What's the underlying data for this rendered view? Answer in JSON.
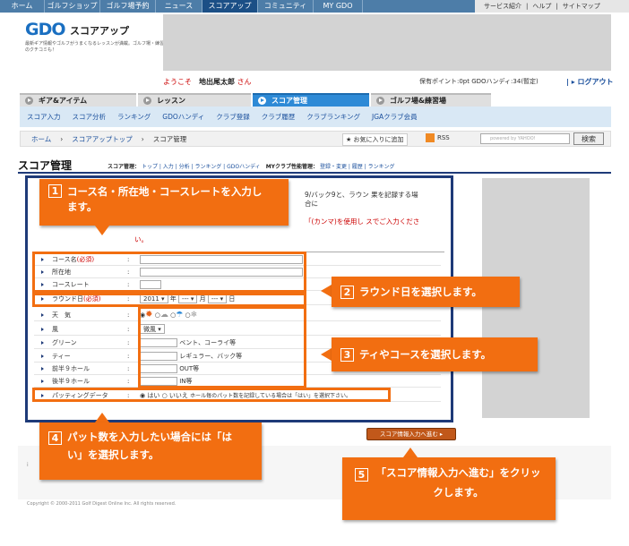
{
  "topnav": {
    "items": [
      "ホーム",
      "ゴルフショップ",
      "ゴルフ場予約",
      "ニュース",
      "スコアアップ",
      "コミュニティ",
      "MY GDO"
    ],
    "right": [
      "サービス紹介",
      "ヘルプ",
      "サイトマップ"
    ]
  },
  "logo": {
    "brand": "GDO",
    "name": "スコアアップ",
    "tagline": "最新ギア情報やゴルフがうまくなるレッスンが満載。ゴルフ場・練習場のクチコミも！"
  },
  "user": {
    "welcome": "ようこそ",
    "name": "地出尾太郎",
    "suffix": "さん",
    "points": "保有ポイント:0pt GDOハンディ:34(暫定)",
    "logout": "ログアウト"
  },
  "tabs": [
    "ギア&アイテム",
    "レッスン",
    "スコア管理",
    "ゴルフ場&練習場"
  ],
  "subnav": [
    "スコア入力",
    "スコア分析",
    "ランキング",
    "GDOハンディ",
    "クラブ登録",
    "クラブ履歴",
    "クラブランキング",
    "JGAクラブ会員"
  ],
  "breadcrumb": {
    "items": [
      "ホーム",
      "スコアアップトップ",
      "スコア管理"
    ],
    "favorite": "お気に入りに追加",
    "rss": "RSS",
    "search_placeholder": "powered by YAHOO!",
    "search_button": "検索"
  },
  "page_title": "スコア管理",
  "title_nav": {
    "label1": "スコア管理：",
    "links1": "トップ | 入力 | 分析 | ランキング | GDOハンディ",
    "label2": "MYクラブ性能管理：",
    "links2": "登録・変更 | 履歴 | ランキング"
  },
  "behind": {
    "text1": "9/バック9と、ラウン 果を記録する場合に",
    "text2": "「(カンマ)を使用し スでご入力くださ",
    "text3": "い。"
  },
  "form": {
    "course_name": {
      "label": "コース名",
      "req": "(必須)"
    },
    "location": {
      "label": "所在地"
    },
    "course_rate": {
      "label": "コースレート"
    },
    "round_date": {
      "label": "ラウンド日",
      "req": "(必須)",
      "year": "2011",
      "year_unit": "年",
      "month": "---",
      "month_unit": "月",
      "day": "---",
      "day_unit": "日"
    },
    "weather": {
      "label": "天　気"
    },
    "wind": {
      "label": "風",
      "value": "微風"
    },
    "green": {
      "label": "グリーン",
      "hint": "ベント、コーライ等"
    },
    "tee": {
      "label": "ティー",
      "hint": "レギュラー、バック等"
    },
    "front9": {
      "label": "前半９ホール",
      "hint": "OUT等"
    },
    "back9": {
      "label": "後半９ホール",
      "hint": "IN等"
    },
    "putting": {
      "label": "パッティングデータ",
      "yes": "はい",
      "no": "いいえ",
      "note": "ホール毎のパット数を記録している場合は「はい」を選択下さい。"
    }
  },
  "submit": "スコア情報入力へ進む",
  "callouts": [
    {
      "num": "1",
      "text": "コース名・所在地・コースレートを入力します。"
    },
    {
      "num": "2",
      "text": "ラウンド日を選択します。"
    },
    {
      "num": "3",
      "text": "ティやコースを選択します。"
    },
    {
      "num": "4",
      "text": "パット数を入力したい場合には「はい」を選択します。"
    },
    {
      "num": "5",
      "text": "「スコア情報入力へ進む」をクリックします。"
    }
  ],
  "footer": "Copyright © 2000-2011 Golf Digest Online Inc. All rights reserved.",
  "colors": {
    "accent": "#f26e11",
    "nav": "#4d7da8",
    "tab_active": "#2e8ad6",
    "frame": "#1e3a78"
  }
}
